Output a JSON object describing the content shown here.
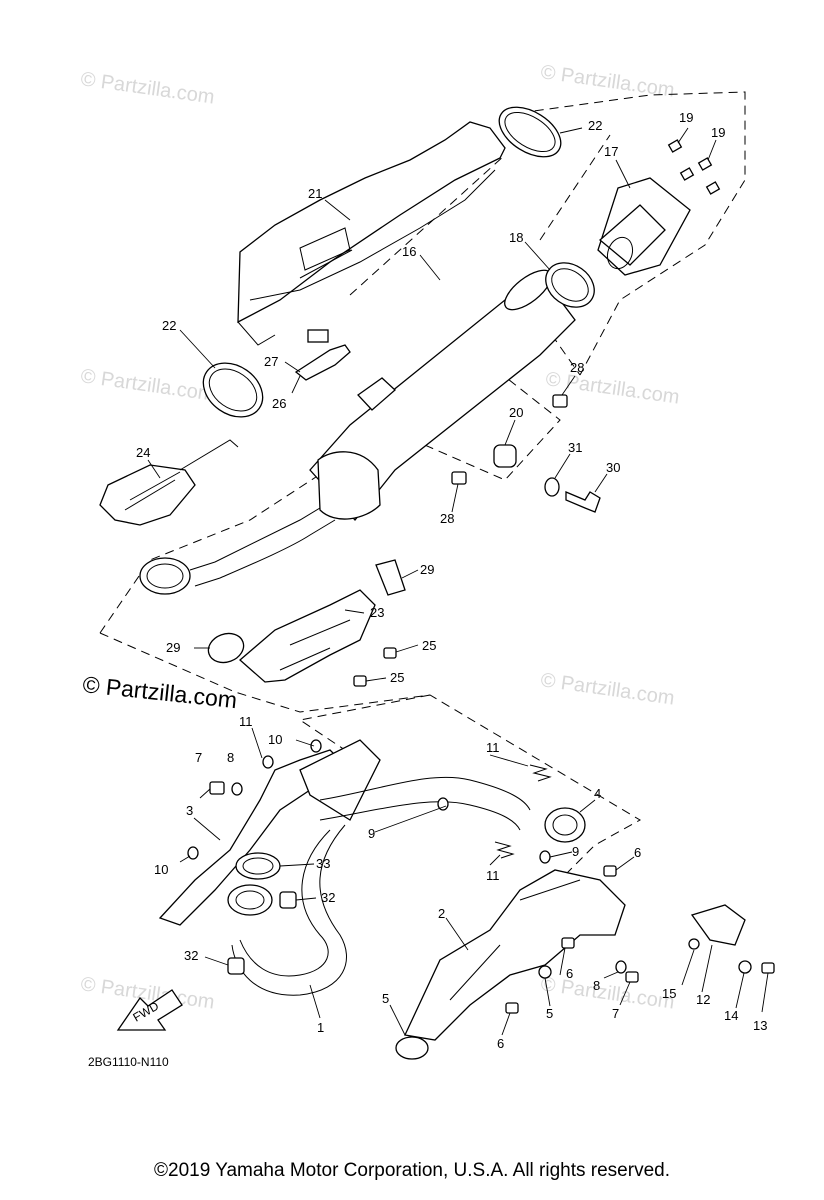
{
  "diagram": {
    "watermark_text": "© Partzilla.com",
    "watermark_main": "© Partzilla.com",
    "part_code": "2BG1110-N110",
    "fwd_label": "FWD",
    "copyright": "©2019  Yamaha Motor Corporation, U.S.A. All rights reserved.",
    "callouts": [
      "1",
      "2",
      "3",
      "4",
      "5",
      "6",
      "7",
      "8",
      "9",
      "10",
      "11",
      "12",
      "13",
      "14",
      "15",
      "16",
      "17",
      "18",
      "19",
      "20",
      "21",
      "22",
      "23",
      "24",
      "25",
      "26",
      "27",
      "28",
      "29",
      "30",
      "31",
      "32",
      "33"
    ],
    "labels": {
      "n1": "1",
      "n2": "2",
      "n3": "3",
      "n4": "4",
      "n5a": "5",
      "n5b": "5",
      "n6a": "6",
      "n6b": "6",
      "n6c": "6",
      "n7a": "7",
      "n7b": "7",
      "n8a": "8",
      "n8b": "8",
      "n9a": "9",
      "n9b": "9",
      "n10a": "10",
      "n10b": "10",
      "n11a": "11",
      "n11b": "11",
      "n11c": "11",
      "n12": "12",
      "n13": "13",
      "n14": "14",
      "n15": "15",
      "n16": "16",
      "n17": "17",
      "n18": "18",
      "n19a": "19",
      "n19b": "19",
      "n20": "20",
      "n21": "21",
      "n22a": "22",
      "n22b": "22",
      "n23": "23",
      "n24": "24",
      "n25a": "25",
      "n25b": "25",
      "n26": "26",
      "n27": "27",
      "n28a": "28",
      "n28b": "28",
      "n29a": "29",
      "n29b": "29",
      "n30": "30",
      "n31": "31",
      "n32a": "32",
      "n32b": "32",
      "n33": "33"
    }
  }
}
